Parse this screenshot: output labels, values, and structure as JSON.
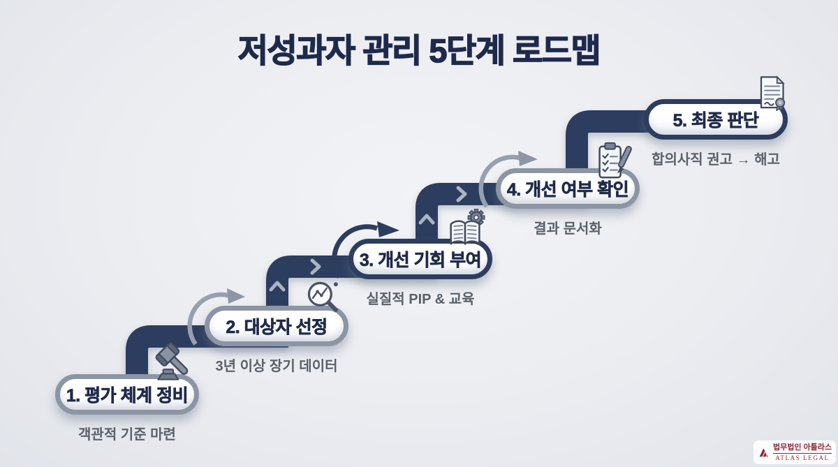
{
  "title": "저성과자 관리 5단계 로드맵",
  "steps": [
    {
      "label": "1. 평가 체계 정비",
      "sublabel": "객관적 기준 마련",
      "icon": "gavel-icon"
    },
    {
      "label": "2. 대상자 선정",
      "sublabel": "3년 이상 장기 데이터",
      "icon": "magnifier-chart-icon"
    },
    {
      "label": "3. 개선 기회 부여",
      "sublabel": "실질적 PIP & 교육",
      "icon": "book-gear-icon"
    },
    {
      "label": "4. 개선 여부 확인",
      "sublabel": "결과 문서화",
      "icon": "clipboard-pen-icon"
    },
    {
      "label": "5. 최종 판단",
      "sublabel": "합의사직 권고 → 해고",
      "icon": "certificate-seal-icon"
    }
  ],
  "footer_logo": {
    "firm_name_kr": "법무법인 아틀라스",
    "firm_name_en": "ATLAS LEGAL"
  },
  "colors": {
    "background": "#ecedf1",
    "path_navy": "#2d3d5f",
    "ring_gray": "#8c95a4",
    "title_navy": "#1e2a4c",
    "subtitle_gray": "#596069",
    "pill_white": "#ffffff",
    "logo_maroon": "#8e2633"
  }
}
